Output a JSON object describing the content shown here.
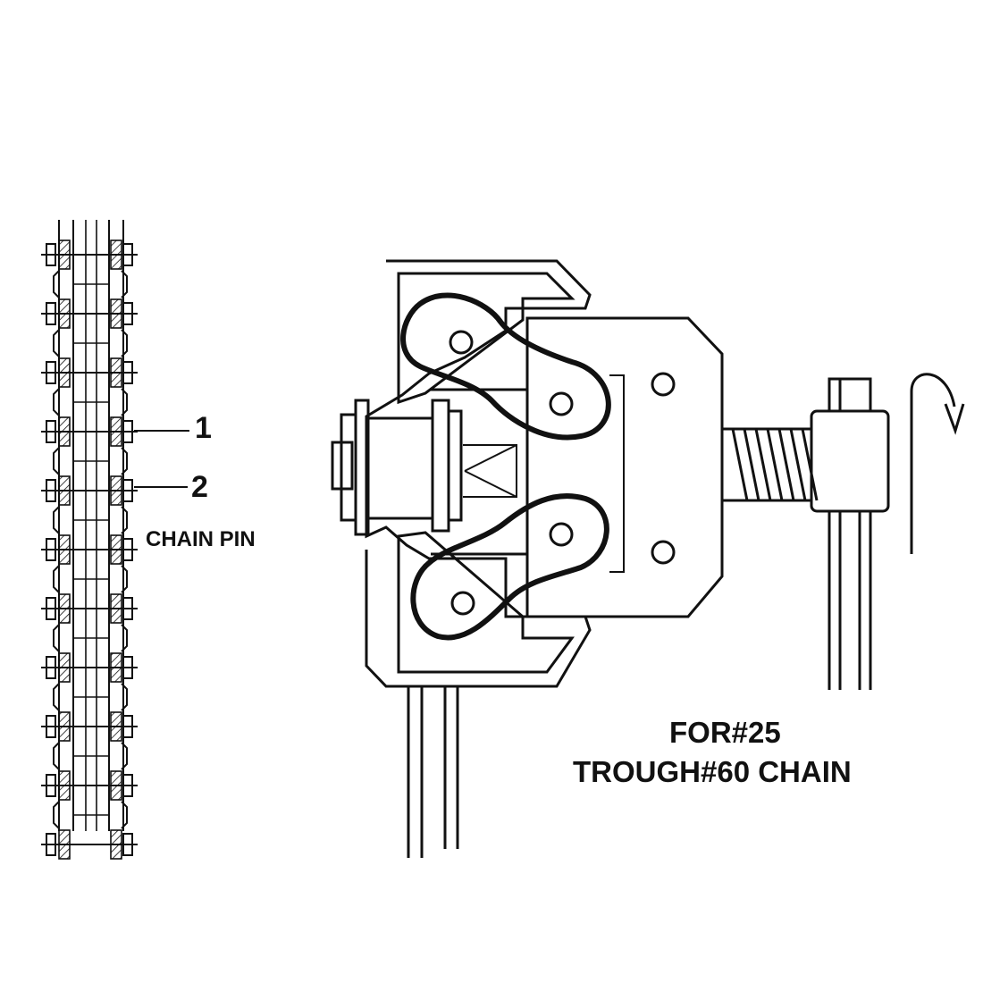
{
  "labels": {
    "callout_1": "1",
    "callout_2": "2",
    "chain_pin": "CHAIN PIN",
    "caption_line_1": "FOR#25",
    "caption_line_2": "TROUGH#60 CHAIN"
  }
}
